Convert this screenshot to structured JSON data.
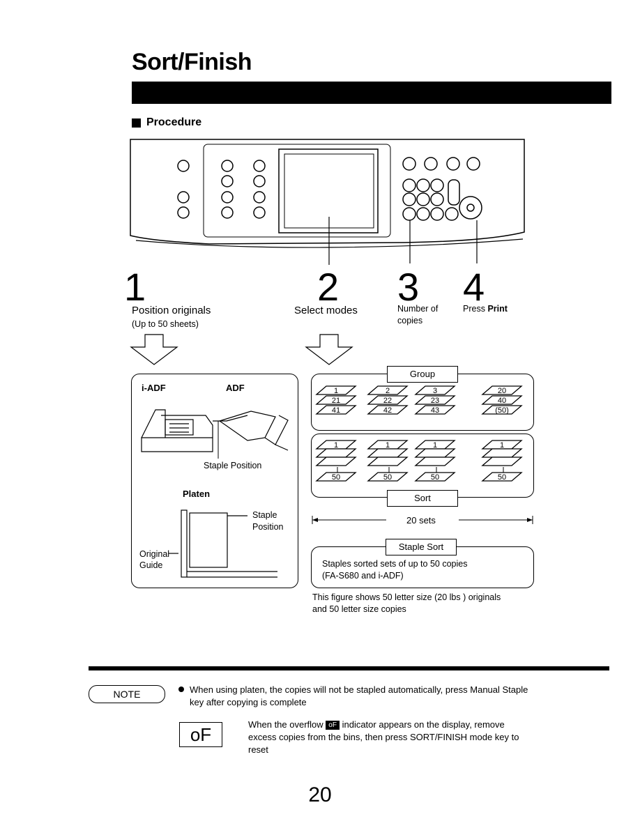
{
  "title": "Sort/Finish",
  "section": "Procedure",
  "steps": [
    {
      "num": "1",
      "label": "Position originals",
      "sub": "(Up to 50 sheets)"
    },
    {
      "num": "2",
      "label": "Select modes"
    },
    {
      "num": "3",
      "label": "Number of",
      "sub": "copies"
    },
    {
      "num": "4",
      "label_prefix": "Press ",
      "label_bold": "Print"
    }
  ],
  "left_box": {
    "iadf": "i-ADF",
    "adf": "ADF",
    "staple_position": "Staple Position",
    "platen": "Platen",
    "staple": "Staple",
    "position": "Position",
    "original": "Original",
    "guide": "Guide"
  },
  "right_box": {
    "group_label": "Group",
    "group_cols": [
      [
        "1",
        "21",
        "41"
      ],
      [
        "2",
        "22",
        "42"
      ],
      [
        "3",
        "23",
        "43"
      ],
      [
        "20",
        "40",
        "(50)"
      ]
    ],
    "sort_label": "Sort",
    "sort_cols": [
      [
        "1",
        "50"
      ],
      [
        "1",
        "50"
      ],
      [
        "1",
        "50"
      ],
      [
        "1",
        "50"
      ]
    ],
    "sets": "20 sets",
    "staple_sort_label": "Staple Sort",
    "staple_sort_line1": "Staples sorted sets of up to 50 copies",
    "staple_sort_line2": "(FA-S680 and i-ADF)"
  },
  "figure_caption_1": "This figure shows 50 letter size (20 lbs ) originals",
  "figure_caption_2": "and 50 letter size copies",
  "note": {
    "badge": "NOTE",
    "bullet_line1": "When using platen, the copies will not be stapled automatically, press Manual Staple",
    "bullet_line2": "key after copying is complete",
    "of_symbol": "oF",
    "of_icon": "oF",
    "of_line1_prefix": "When the overflow",
    "of_line1_suffix": "indicator appears on the display, remove",
    "of_line2": "excess copies from the bins, then press SORT/FINISH mode key to",
    "of_line3": "reset"
  },
  "page_number": "20"
}
